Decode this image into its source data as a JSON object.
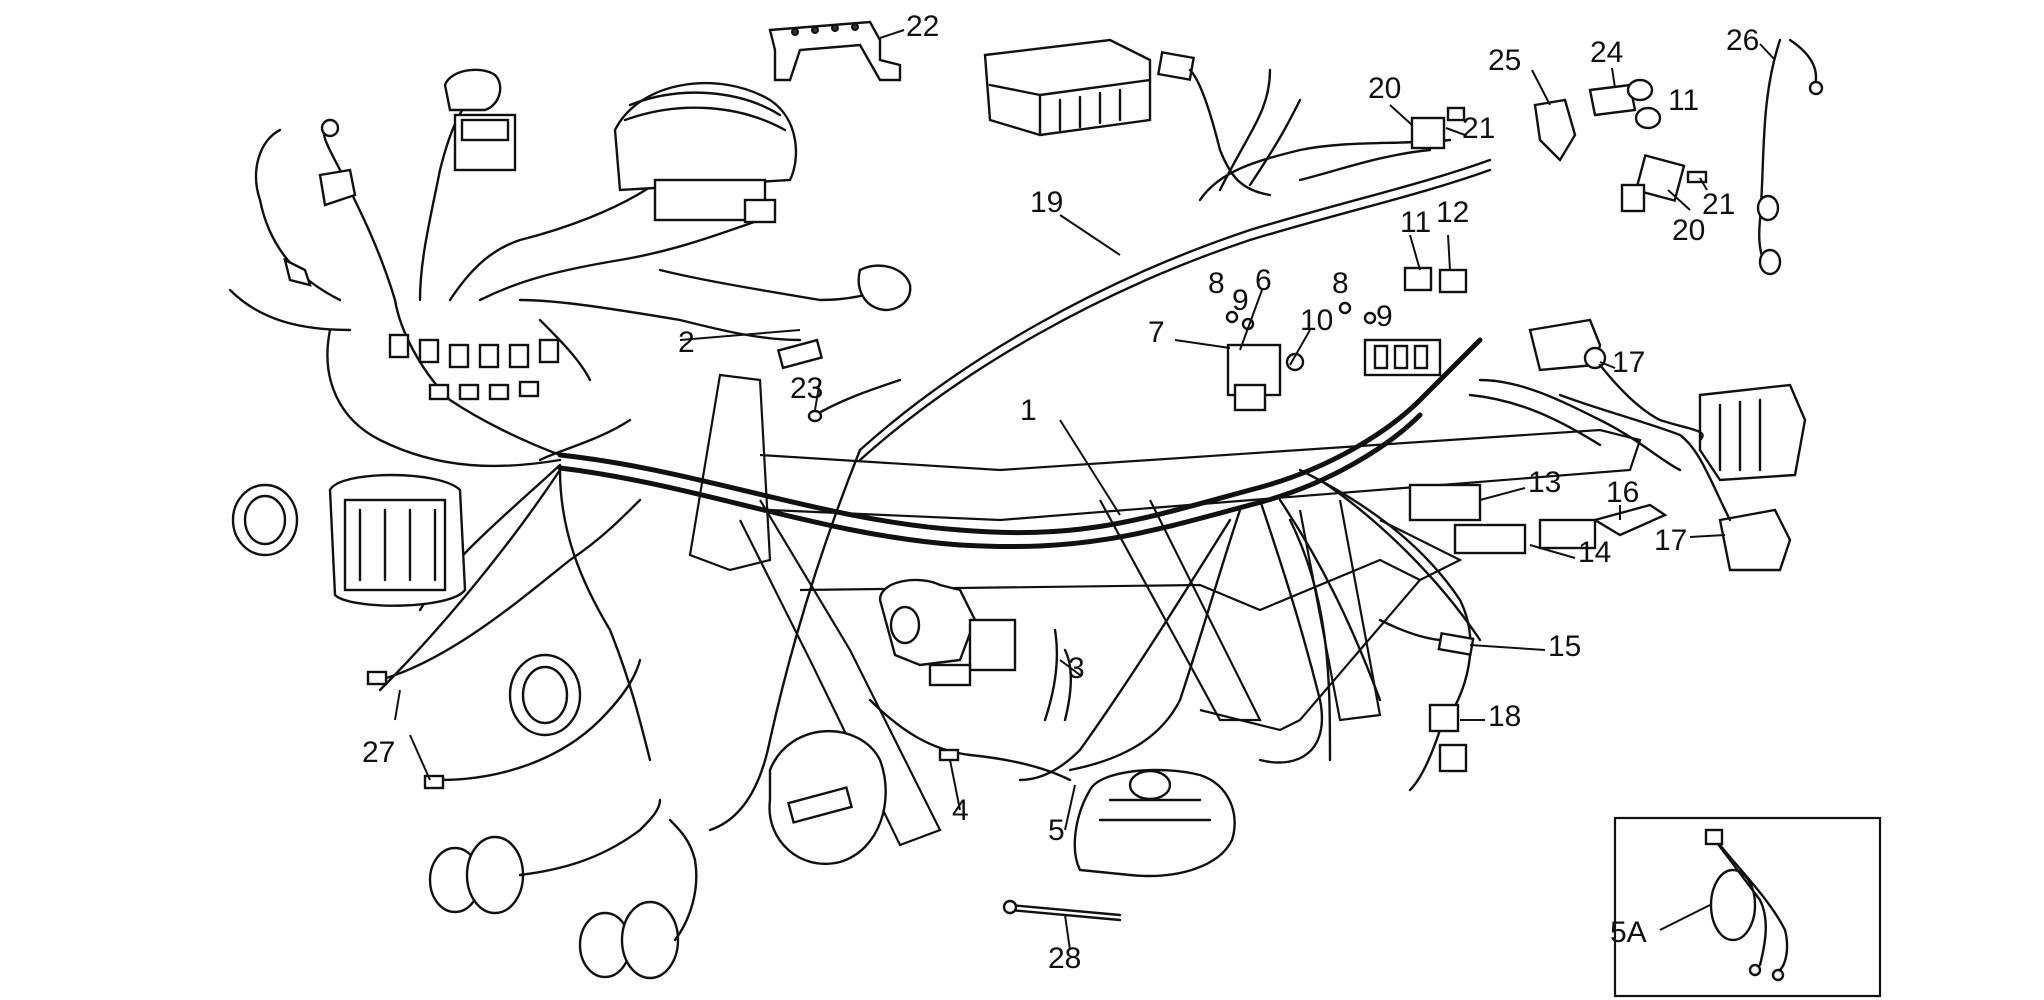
{
  "diagram": {
    "callouts": [
      {
        "id": "1",
        "text": "1"
      },
      {
        "id": "2",
        "text": "2"
      },
      {
        "id": "3",
        "text": "3"
      },
      {
        "id": "4",
        "text": "4"
      },
      {
        "id": "5",
        "text": "5"
      },
      {
        "id": "5A",
        "text": "5A"
      },
      {
        "id": "6",
        "text": "6"
      },
      {
        "id": "7",
        "text": "7"
      },
      {
        "id": "8a",
        "text": "8"
      },
      {
        "id": "8b",
        "text": "8"
      },
      {
        "id": "9a",
        "text": "9"
      },
      {
        "id": "9b",
        "text": "9"
      },
      {
        "id": "10",
        "text": "10"
      },
      {
        "id": "11a",
        "text": "11"
      },
      {
        "id": "11b",
        "text": "11"
      },
      {
        "id": "12",
        "text": "12"
      },
      {
        "id": "13",
        "text": "13"
      },
      {
        "id": "14",
        "text": "14"
      },
      {
        "id": "15",
        "text": "15"
      },
      {
        "id": "16",
        "text": "16"
      },
      {
        "id": "17a",
        "text": "17"
      },
      {
        "id": "17b",
        "text": "17"
      },
      {
        "id": "18",
        "text": "18"
      },
      {
        "id": "19",
        "text": "19"
      },
      {
        "id": "20a",
        "text": "20"
      },
      {
        "id": "20b",
        "text": "20"
      },
      {
        "id": "21a",
        "text": "21"
      },
      {
        "id": "21b",
        "text": "21"
      },
      {
        "id": "22",
        "text": "22"
      },
      {
        "id": "23",
        "text": "23"
      },
      {
        "id": "24",
        "text": "24"
      },
      {
        "id": "25",
        "text": "25"
      },
      {
        "id": "26",
        "text": "26"
      },
      {
        "id": "27",
        "text": "27"
      },
      {
        "id": "28",
        "text": "28"
      }
    ]
  }
}
